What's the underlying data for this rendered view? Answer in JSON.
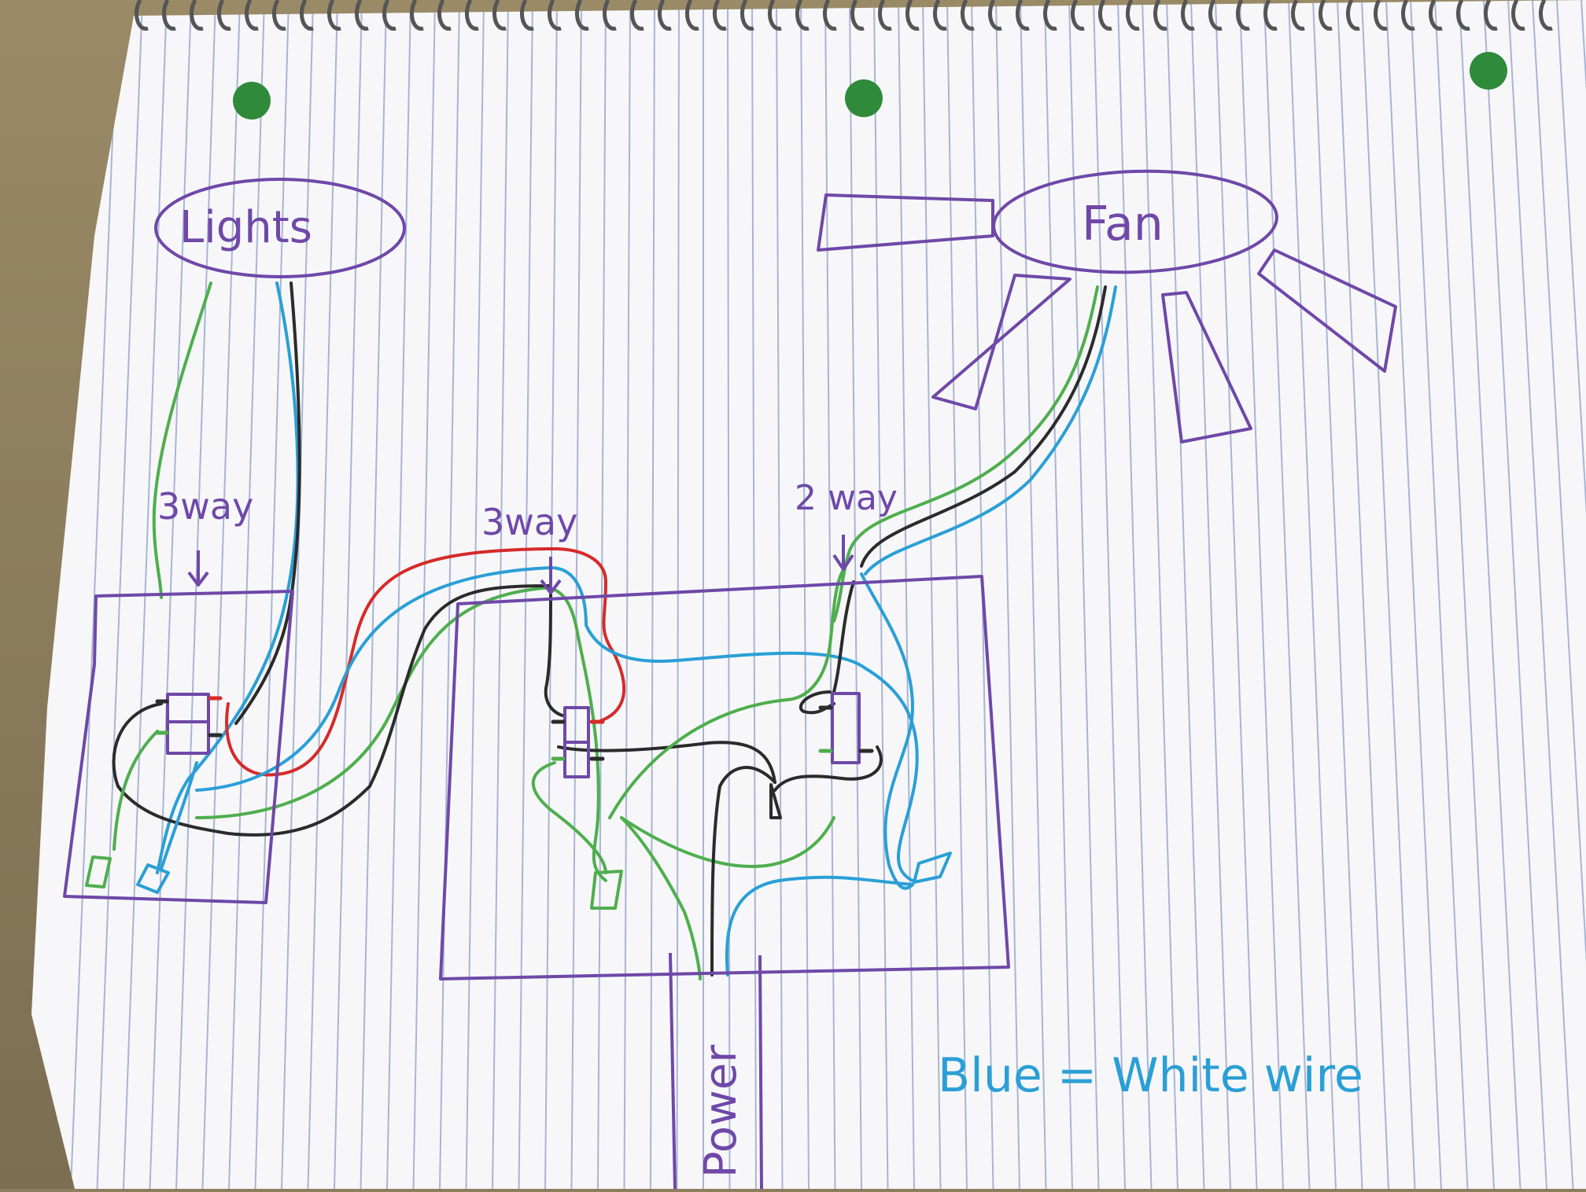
{
  "labels": {
    "lights": "Lights",
    "fan": "Fan",
    "left_switch": "3way",
    "middle_switch": "3way",
    "right_switch": "2 way",
    "power": "Power",
    "legend": "Blue = White wire"
  },
  "colors": {
    "paper": "#f7f7f9",
    "rule_line": "#8e9fc7",
    "margin_line": "#c9a3c0",
    "background": "#8d7e5e",
    "hole": "#2f8a3a",
    "purple": "#6f48a8",
    "green": "#4fae4e",
    "blue": "#2a9fd6",
    "black": "#2b2b2b",
    "red": "#d62a2a",
    "legend_text": "#2a9fd6"
  }
}
